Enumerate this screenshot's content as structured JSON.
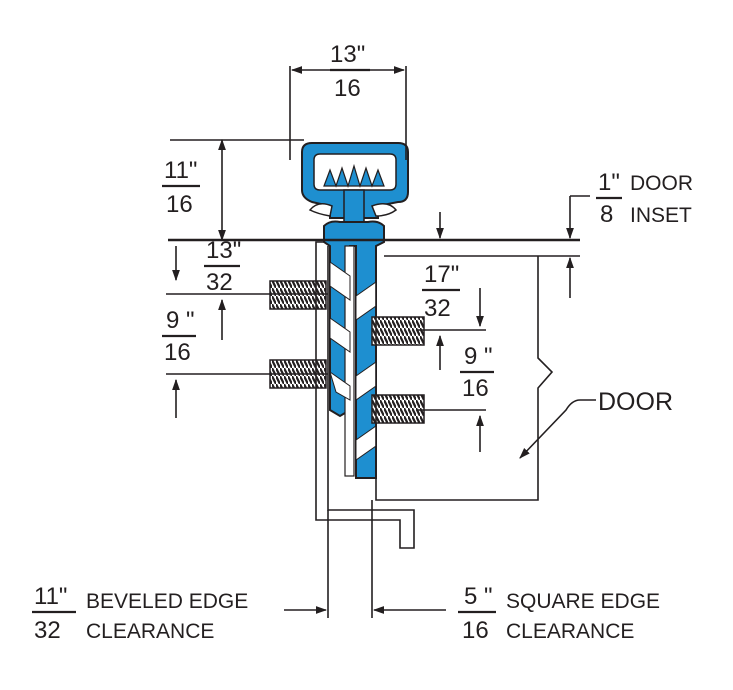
{
  "diagram": {
    "colors": {
      "seal": "#1e8fd0",
      "line": "#231f20",
      "background": "#ffffff"
    },
    "top_width": {
      "num": "13\"",
      "den": "16"
    },
    "top_height": {
      "num": "11\"",
      "den": "16"
    },
    "door_inset": {
      "num": "1\"",
      "den": "8",
      "word1": "DOOR",
      "word2": "INSET"
    },
    "spacing_13_32": {
      "num": "13\"",
      "den": "32"
    },
    "spacing_9_16_left": {
      "num": "9 \"",
      "den": "16"
    },
    "spacing_17_32": {
      "num": "17\"",
      "den": "32"
    },
    "spacing_9_16_right": {
      "num": "9 \"",
      "den": "16"
    },
    "door_label": "DOOR",
    "beveled": {
      "num": "11\"",
      "den": "32",
      "line1": "BEVELED EDGE",
      "line2": "CLEARANCE"
    },
    "square": {
      "num": "5 \"",
      "den": "16",
      "line1": "SQUARE EDGE",
      "line2": "CLEARANCE"
    }
  }
}
